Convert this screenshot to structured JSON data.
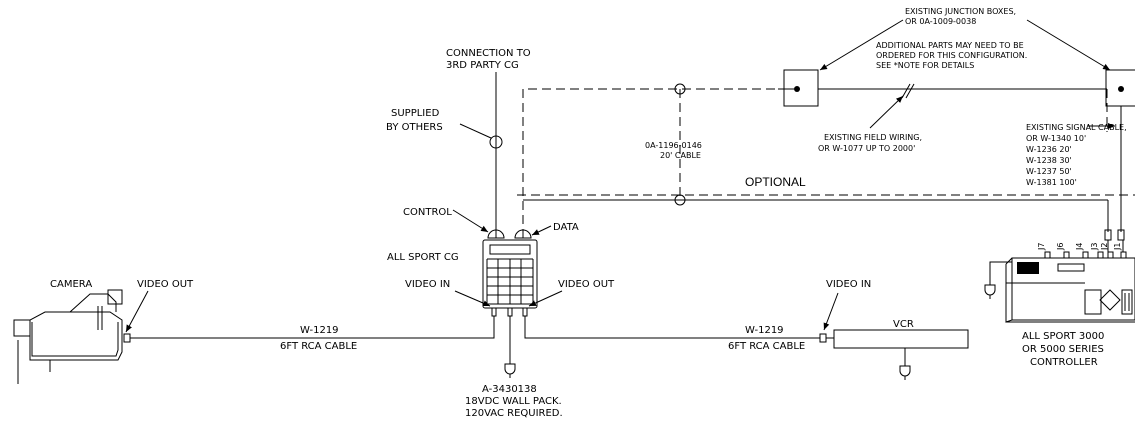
{
  "labels": {
    "connection": [
      "CONNECTION TO",
      "3RD PARTY CG"
    ],
    "supplied": [
      "SUPPLIED",
      "BY OTHERS"
    ],
    "control": "CONTROL",
    "data": "DATA",
    "cg_name": "ALL SPORT CG",
    "video_in_cg": "VIDEO IN",
    "video_out_cg": "VIDEO OUT",
    "camera": "CAMERA",
    "camera_video_out": "VIDEO OUT",
    "cable_left": [
      "W-1219",
      "6FT RCA CABLE"
    ],
    "cable_right": [
      "W-1219",
      "6FT RCA CABLE"
    ],
    "video_in_vcr": "VIDEO IN",
    "vcr": "VCR",
    "power": [
      "A-3430138",
      "18VDC WALL PACK.",
      "120VAC REQUIRED."
    ],
    "sport_cable": [
      "0A-1196-0146",
      "20' CABLE"
    ],
    "optional": "OPTIONAL",
    "junction": [
      "EXISTING JUNCTION BOXES,",
      "OR 0A-1009-0038"
    ],
    "additional": [
      "ADDITIONAL PARTS MAY NEED TO BE",
      "ORDERED FOR THIS CONFIGURATION.",
      "SEE *NOTE FOR DETAILS"
    ],
    "field_wiring": [
      "EXISTING FIELD WIRING,",
      "OR W-1077 UP TO 2000'"
    ],
    "signal_cable": [
      "EXISTING SIGNAL CABLE,",
      "OR W-1340  10'",
      "W-1236  20'",
      "W-1238  30'",
      "W-1237  50'",
      "W-1381  100'"
    ],
    "controller": [
      "ALL SPORT 3000",
      "OR 5000 SERIES",
      "CONTROLLER"
    ],
    "jack_labels": [
      "J7",
      "J6",
      "J4",
      "J3",
      "J2",
      "J1"
    ]
  }
}
